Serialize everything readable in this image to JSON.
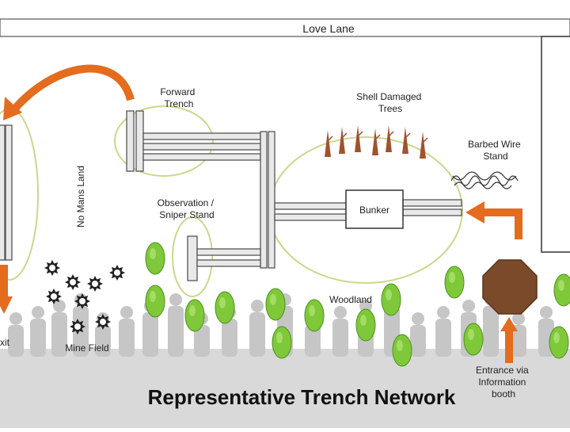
{
  "title": "Representative Trench Network",
  "road_label": "Love Lane",
  "labels": {
    "forward_trench": [
      "Forward",
      "Trench"
    ],
    "shell_damaged_trees": [
      "Shell Damaged",
      "Trees"
    ],
    "barbed_wire_stand": [
      "Barbed Wire",
      "Stand"
    ],
    "observation_stand": [
      "Observation /",
      "Sniper Stand"
    ],
    "bunker": "Bunker",
    "no_mans_land": "No Mans Land",
    "mine_field": "Mine Field",
    "woodland": "Woodland",
    "exit": "xit",
    "entrance": [
      "Entrance via",
      "Information",
      "booth"
    ]
  },
  "colors": {
    "background": "#ffffff",
    "ground": "#d9d9d9",
    "silhouette": "#c6c6c6",
    "arrow": "#e46c1f",
    "area_outline": "#c9d88c",
    "tree": "#7ec83a",
    "tree_dark": "#4f8f1e",
    "booth": "#7a4a2a",
    "trench_fill": "#e9e9e9",
    "trench_stroke": "#555555",
    "dead_tree": "#a0522d"
  }
}
